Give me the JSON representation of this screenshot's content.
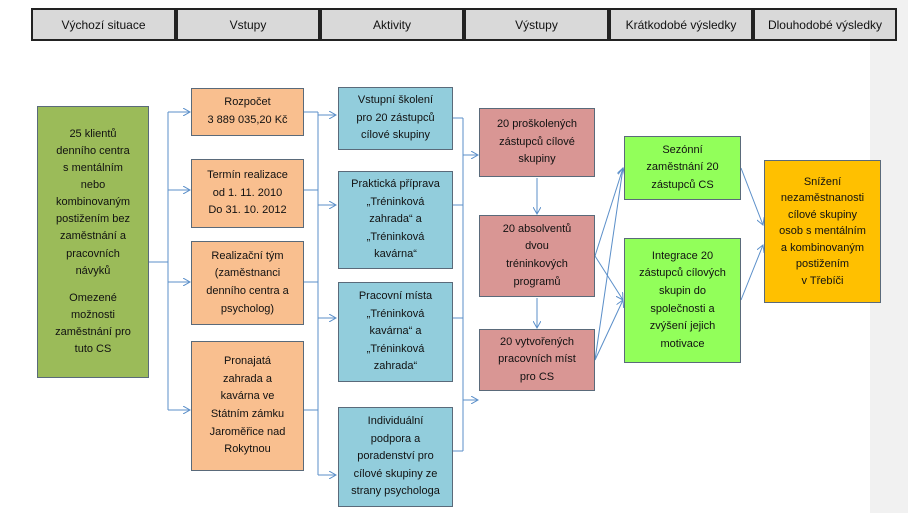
{
  "headers": [
    "Výchozí situace",
    "Vstupy",
    "Aktivity",
    "Výstupy",
    "Krátkodobé výsledky",
    "Dlouhodobé výsledky"
  ],
  "initial": {
    "main": "25 klientů\ndenního centra\ns mentálním\nnebo\nkombinovaným\npostižením bez\nzaměstnání a\npracovních\nnávyků",
    "secondary": "Omezené\nmožnosti\nzaměstnání pro\ntuto CS"
  },
  "inputs": [
    "Rozpočet\n3 889 035,20 Kč",
    "Termín realizace\nod 1. 11. 2010\nDo 31. 10. 2012",
    "Realizační tým\n(zaměstnanci\ndenního centra a\npsycholog)",
    "Pronajatá\nzahrada a\nkavárna ve\nStátním zámku\nJaroměřice nad\nRokytnou"
  ],
  "activities": [
    "Vstupní školení\npro 20 zástupců\ncílové skupiny",
    "Praktická příprava\n„Tréninková\nzahrada“ a\n„Tréninková\nkavárna“",
    "Pracovní místa\n„Tréninková\nkavárna“ a\n„Tréninková\nzahrada“",
    "Individuální\npodpora a\nporadenství pro\ncílové skupiny ze\nstrany psychologa"
  ],
  "outputs": [
    "20 proškolených\nzástupců cílové\nskupiny",
    "20 absolventů\ndvou\ntréninkových\nprogramů",
    "20 vytvořených\npracovních míst\npro CS"
  ],
  "short_term": [
    "Sezónní\nzaměstnání 20\nzástupců CS",
    "Integrace 20\nzástupců cílových\nskupin do\nspolečnosti a\nzvýšení jejich\nmotivace"
  ],
  "long_term": "Snížení\nnezaměstnanosti\ncílové skupiny\nosob s mentálním\na kombinovaným\npostižením\nv Třebíči",
  "colors": {
    "initial": "#9bbb59",
    "inputs": "#f9bf8f",
    "activities": "#92cddc",
    "outputs": "#d99694",
    "short_term": "#92ff5a",
    "long_term": "#ffc000",
    "header": "#d9d9d9",
    "connector": "#5b8fc9"
  }
}
